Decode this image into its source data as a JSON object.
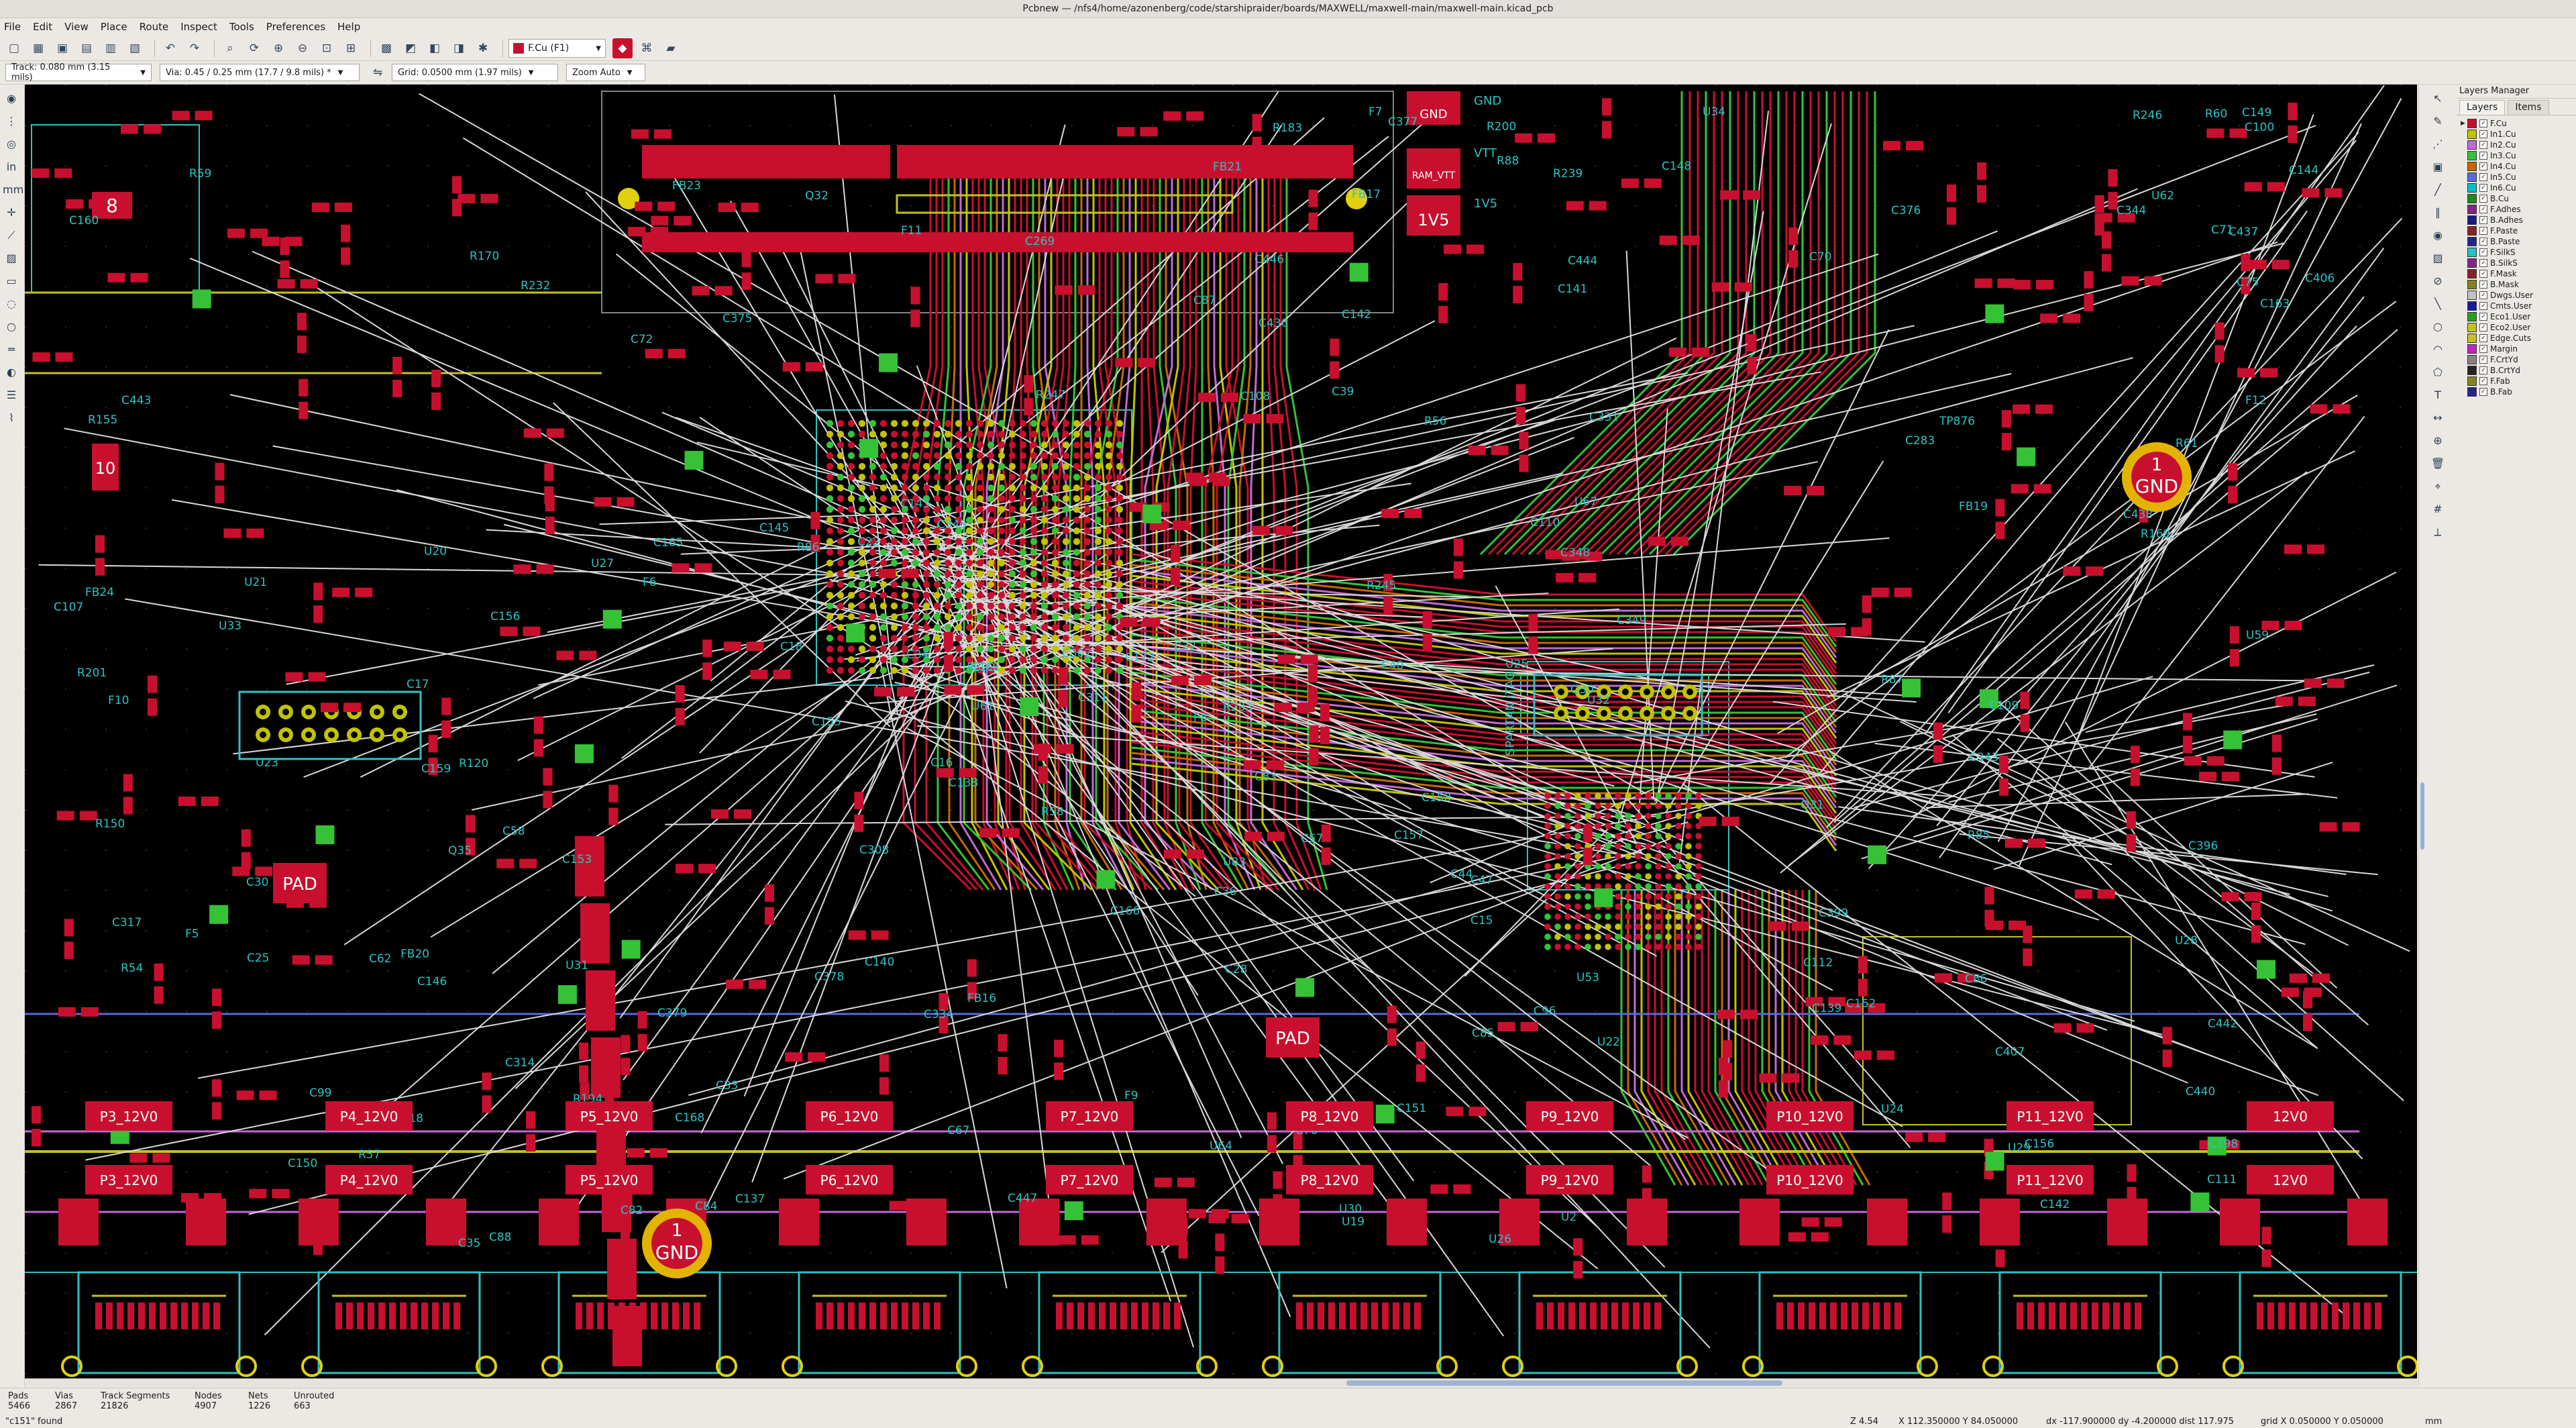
{
  "window": {
    "title": "Pcbnew — /nfs4/home/azonenberg/code/starshipraider/boards/MAXWELL/maxwell-main/maxwell-main.kicad_pcb"
  },
  "menu": [
    "File",
    "Edit",
    "View",
    "Place",
    "Route",
    "Inspect",
    "Tools",
    "Preferences",
    "Help"
  ],
  "toolbar": {
    "active_layer": "F.Cu (F1)",
    "active_layer_color": "#c8102e"
  },
  "aux": {
    "track": "Track: 0.080 mm (3.15 mils)",
    "via": "Via: 0.45 / 0.25 mm (17.7 / 9.8 mils) *",
    "grid": "Grid: 0.0500 mm (1.97 mils)",
    "zoom": "Zoom Auto"
  },
  "layers_panel": {
    "title": "Layers Manager",
    "tabs": [
      "Layers",
      "Items"
    ],
    "layers": [
      {
        "name": "F.Cu",
        "color": "#c8102e",
        "selected": true
      },
      {
        "name": "In1.Cu",
        "color": "#c2c200"
      },
      {
        "name": "In2.Cu",
        "color": "#c26ad0"
      },
      {
        "name": "In3.Cu",
        "color": "#36c236"
      },
      {
        "name": "In4.Cu",
        "color": "#c26a00"
      },
      {
        "name": "In5.Cu",
        "color": "#5a6ad6"
      },
      {
        "name": "In6.Cu",
        "color": "#00c2c2"
      },
      {
        "name": "B.Cu",
        "color": "#1e8a1e"
      },
      {
        "name": "F.Adhes",
        "color": "#842484"
      },
      {
        "name": "B.Adhes",
        "color": "#1a1a84"
      },
      {
        "name": "F.Paste",
        "color": "#842424"
      },
      {
        "name": "B.Paste",
        "color": "#24248a"
      },
      {
        "name": "F.SilkS",
        "color": "#24c2c2"
      },
      {
        "name": "B.SilkS",
        "color": "#842484"
      },
      {
        "name": "F.Mask",
        "color": "#842424"
      },
      {
        "name": "B.Mask",
        "color": "#848424"
      },
      {
        "name": "Dwgs.User",
        "color": "#c2c2c2"
      },
      {
        "name": "Cmts.User",
        "color": "#1a1aa0"
      },
      {
        "name": "Eco1.User",
        "color": "#24a024"
      },
      {
        "name": "Eco2.User",
        "color": "#c2c224"
      },
      {
        "name": "Edge.Cuts",
        "color": "#c2c224"
      },
      {
        "name": "Margin",
        "color": "#c224c2"
      },
      {
        "name": "F.CrtYd",
        "color": "#848484"
      },
      {
        "name": "B.CrtYd",
        "color": "#242424"
      },
      {
        "name": "F.Fab",
        "color": "#848424"
      },
      {
        "name": "B.Fab",
        "color": "#24248a"
      }
    ]
  },
  "pcb": {
    "top_labels": [
      "GND",
      "VTT",
      "1V5",
      "RAM_VTT"
    ],
    "refdes": [
      "C142",
      "C348",
      "C345",
      "R200",
      "C398",
      "C308",
      "C311",
      "U61",
      "R194",
      "C314",
      "C317",
      "C396",
      "C343",
      "C349",
      "C399",
      "R201",
      "C344",
      "C302",
      "C283",
      "U53",
      "U67",
      "U62",
      "C139",
      "C144",
      "C137",
      "C148",
      "C141",
      "C140",
      "C142",
      "C143",
      "C138",
      "C146",
      "C145",
      "C166",
      "C172",
      "R120",
      "R155",
      "C168",
      "C436",
      "C437",
      "C438",
      "R54",
      "R56",
      "R57",
      "TP876",
      "C150",
      "C156",
      "C149",
      "C153",
      "C151",
      "R150",
      "C442",
      "C440",
      "C443",
      "C446",
      "C444",
      "C447",
      "C112",
      "C111",
      "C110",
      "C109",
      "C108",
      "C107",
      "C100",
      "C99",
      "C96",
      "C75",
      "C71",
      "C76",
      "C72",
      "C87",
      "C88",
      "C86",
      "C85",
      "C84",
      "C83",
      "C82",
      "U30",
      "U31",
      "U32",
      "U33",
      "U83",
      "U82",
      "C406",
      "C407",
      "R86",
      "R85",
      "R87",
      "R88",
      "C70",
      "C269",
      "U2",
      "C57",
      "C58",
      "C44",
      "C53",
      "C40",
      "C47",
      "C39",
      "C62",
      "C67",
      "C155",
      "C158",
      "C161",
      "C156",
      "C159",
      "C162",
      "C157",
      "C160",
      "C163",
      "FB22",
      "FB23",
      "FB24",
      "C165",
      "R60",
      "R245",
      "R61",
      "R246",
      "R247",
      "R58",
      "R59",
      "U34",
      "C15",
      "C16",
      "C17",
      "C18",
      "C25",
      "F5",
      "F6",
      "F7",
      "F8",
      "F9",
      "F10",
      "F11",
      "F12",
      "U19",
      "U20",
      "U21",
      "U22",
      "U23",
      "U24",
      "U25",
      "U26",
      "U27",
      "U28",
      "U29",
      "C22",
      "C32",
      "C33",
      "C34",
      "C35",
      "C36",
      "C28",
      "C30",
      "Q35",
      "Q30",
      "Q31",
      "Q32",
      "FB16",
      "FB17",
      "FB18",
      "FB19",
      "FB20",
      "FB21",
      "R232",
      "R239",
      "U59",
      "R169",
      "R170",
      "C331",
      "C334",
      "R233",
      "C375",
      "C378",
      "C377",
      "C376",
      "C379",
      "U64",
      "C30",
      "R183"
    ],
    "power_labels": [
      "P3_12V0",
      "P3_12V0",
      "P4_12V0",
      "P4_12V0",
      "P5_12V0",
      "P5_12V0",
      "P6_12V0",
      "P6_12V0",
      "P7_12V0",
      "P7_12V0",
      "P8_12V0",
      "P8_12V0",
      "P9_12V0",
      "P9_12V0",
      "P10_12V0",
      "P10_12V0",
      "P11_12V0",
      "P11_12V0",
      "12V0",
      "12V0"
    ],
    "gnd_badge": "GND",
    "gnd_pin": "1",
    "pad_label": "PAD",
    "jtag_label": "SPARTAN JTAG",
    "big_numbers": [
      "8",
      "10"
    ]
  },
  "status": {
    "items": [
      {
        "label": "Pads",
        "value": "5466"
      },
      {
        "label": "Vias",
        "value": "2867"
      },
      {
        "label": "Track Segments",
        "value": "21826"
      },
      {
        "label": "Nodes",
        "value": "4907"
      },
      {
        "label": "Nets",
        "value": "1226"
      },
      {
        "label": "Unrouted",
        "value": "663"
      }
    ],
    "message": "\"c151\" found",
    "zoom": "Z 4.54",
    "xy": "X 112.350000  Y 84.050000",
    "delta": "dx -117.900000  dy -4.200000  dist 117.975",
    "grid": "grid X 0.050000  Y 0.050000",
    "units": "mm"
  }
}
